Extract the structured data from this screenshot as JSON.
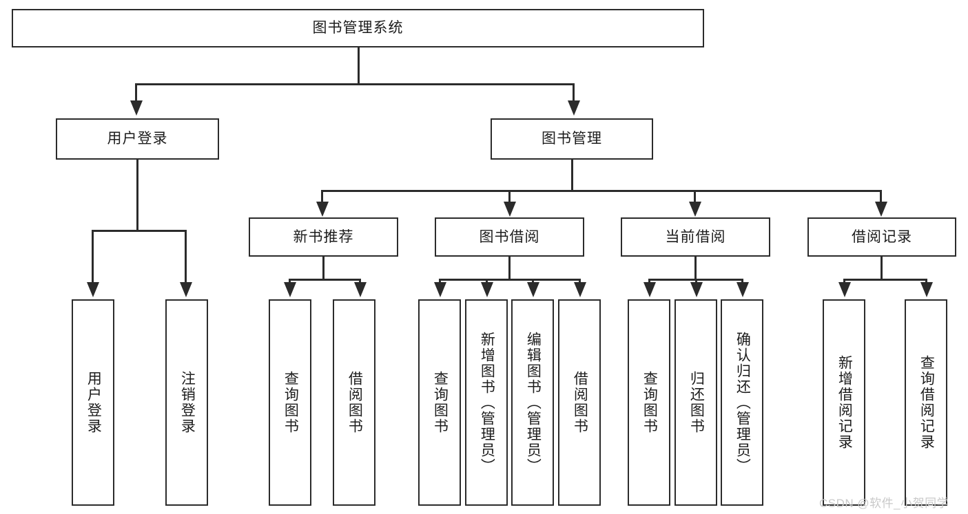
{
  "diagram": {
    "type": "tree-hierarchy-diagram",
    "title_node": {
      "label": "图书管理系统"
    },
    "level2": [
      {
        "id": "user-login",
        "label": "用户登录"
      },
      {
        "id": "book-management",
        "label": "图书管理"
      }
    ],
    "level3": [
      {
        "id": "new-book-recommend",
        "label": "新书推荐"
      },
      {
        "id": "book-borrow",
        "label": "图书借阅"
      },
      {
        "id": "current-borrow",
        "label": "当前借阅"
      },
      {
        "id": "borrow-record",
        "label": "借阅记录"
      }
    ],
    "leaves": [
      {
        "id": "leaf-user-login",
        "label": "用户登录",
        "parent": "user-login"
      },
      {
        "id": "leaf-logout-login",
        "label": "注销登录",
        "parent": "user-login"
      },
      {
        "id": "leaf-query-book-1",
        "label": "查询图书",
        "parent": "new-book-recommend"
      },
      {
        "id": "leaf-borrow-book-1",
        "label": "借阅图书",
        "parent": "new-book-recommend"
      },
      {
        "id": "leaf-query-book-2",
        "label": "查询图书",
        "parent": "book-borrow"
      },
      {
        "id": "leaf-add-book",
        "label": "新增图书（管理员）",
        "parent": "book-borrow"
      },
      {
        "id": "leaf-edit-book",
        "label": "编辑图书（管理员）",
        "parent": "book-borrow"
      },
      {
        "id": "leaf-borrow-book-2",
        "label": "借阅图书",
        "parent": "book-borrow"
      },
      {
        "id": "leaf-query-book-3",
        "label": "查询图书",
        "parent": "current-borrow"
      },
      {
        "id": "leaf-return-book",
        "label": "归还图书",
        "parent": "current-borrow"
      },
      {
        "id": "leaf-confirm-return",
        "label": "确认归还（管理员）",
        "parent": "current-borrow"
      },
      {
        "id": "leaf-add-record",
        "label": "新增借阅记录",
        "parent": "borrow-record"
      },
      {
        "id": "leaf-query-record",
        "label": "查询借阅记录",
        "parent": "borrow-record"
      }
    ],
    "colors": {
      "stroke": "#2b2b2b",
      "fill": "#ffffff",
      "text": "#1c1c1c",
      "watermark": "#c9c9c9"
    }
  },
  "watermark": {
    "text": "CSDN @软件_小贺同学"
  }
}
